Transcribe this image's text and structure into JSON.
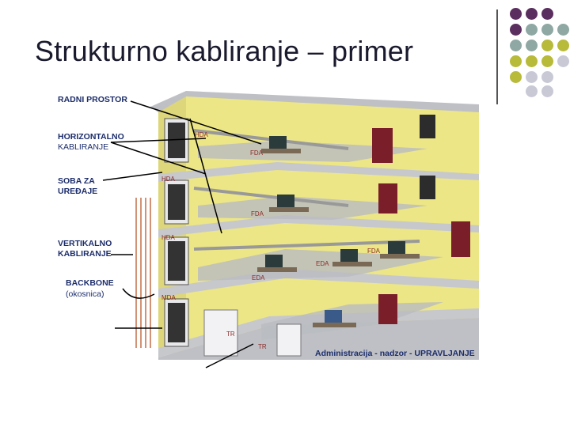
{
  "slide": {
    "title": "Strukturno kabliranje – primer"
  },
  "colors": {
    "dot_purple": "#5a2e5e",
    "dot_teal": "#8fa8a3",
    "dot_olive": "#b8ba3a",
    "dot_gray": "#c9c9d6",
    "wall_yellow": "#ece686",
    "floor_gray": "#c7c8cc",
    "label_blue": "#1c2d6b"
  },
  "diagram": {
    "labels": {
      "radni_prostor": "RADNI  PROSTOR",
      "horizontalno": "HORIZONTALNO",
      "kabliranje_h": "KABLIRANJE",
      "soba_za": "SOBA ZA",
      "uredaje": "UREĐAJE",
      "vertikalno": "VERTIKALNO",
      "kabliranje_v": "KABLIRANJE",
      "backbone": "BACKBONE",
      "okosnica": "(okosnica)",
      "administracija": "Administracija - nadzor - UPRAVLJANJE"
    },
    "tags": {
      "hda1": "HDA",
      "fda1": "FDA",
      "hda2": "HDA",
      "fda2": "FDA",
      "hda3": "HDA",
      "fda3": "FDA",
      "eda1": "EDA",
      "eda2": "EDA",
      "mda": "MDA",
      "tr": "TR",
      "tr2": "TR"
    }
  }
}
